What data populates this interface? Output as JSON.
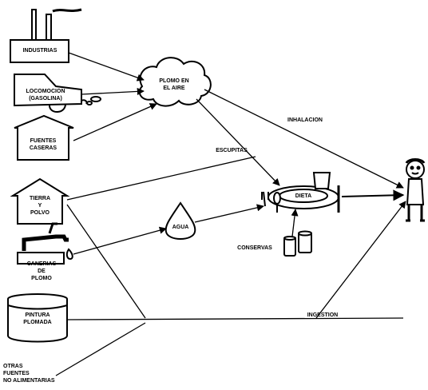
{
  "sources": {
    "industrias": "INDUSTRIAS",
    "locomocion": [
      "LOCOMOCION",
      "(GASOLINA)"
    ],
    "fuentes_caseras": [
      "FUENTES",
      "CASERAS"
    ],
    "tierra_polvo": [
      "TIERRA",
      "Y",
      "POLVO"
    ],
    "canerias": [
      "CANERIAS",
      "DE",
      "PLOMO"
    ],
    "pintura": [
      "PINTURA",
      "PLOMADA"
    ],
    "otras": [
      "OTRAS",
      "FUENTES",
      "NO ALIMENTARIAS"
    ]
  },
  "hubs": {
    "aire": [
      "PLOMO EN",
      "EL AIRE"
    ],
    "agua": "AGUA",
    "dieta": "DIETA",
    "conservas": "CONSERVAS"
  },
  "routes": {
    "inhalacion": "INHALACION",
    "escupitas": "ESCUPITAS",
    "ingestion": "INGESTION"
  }
}
